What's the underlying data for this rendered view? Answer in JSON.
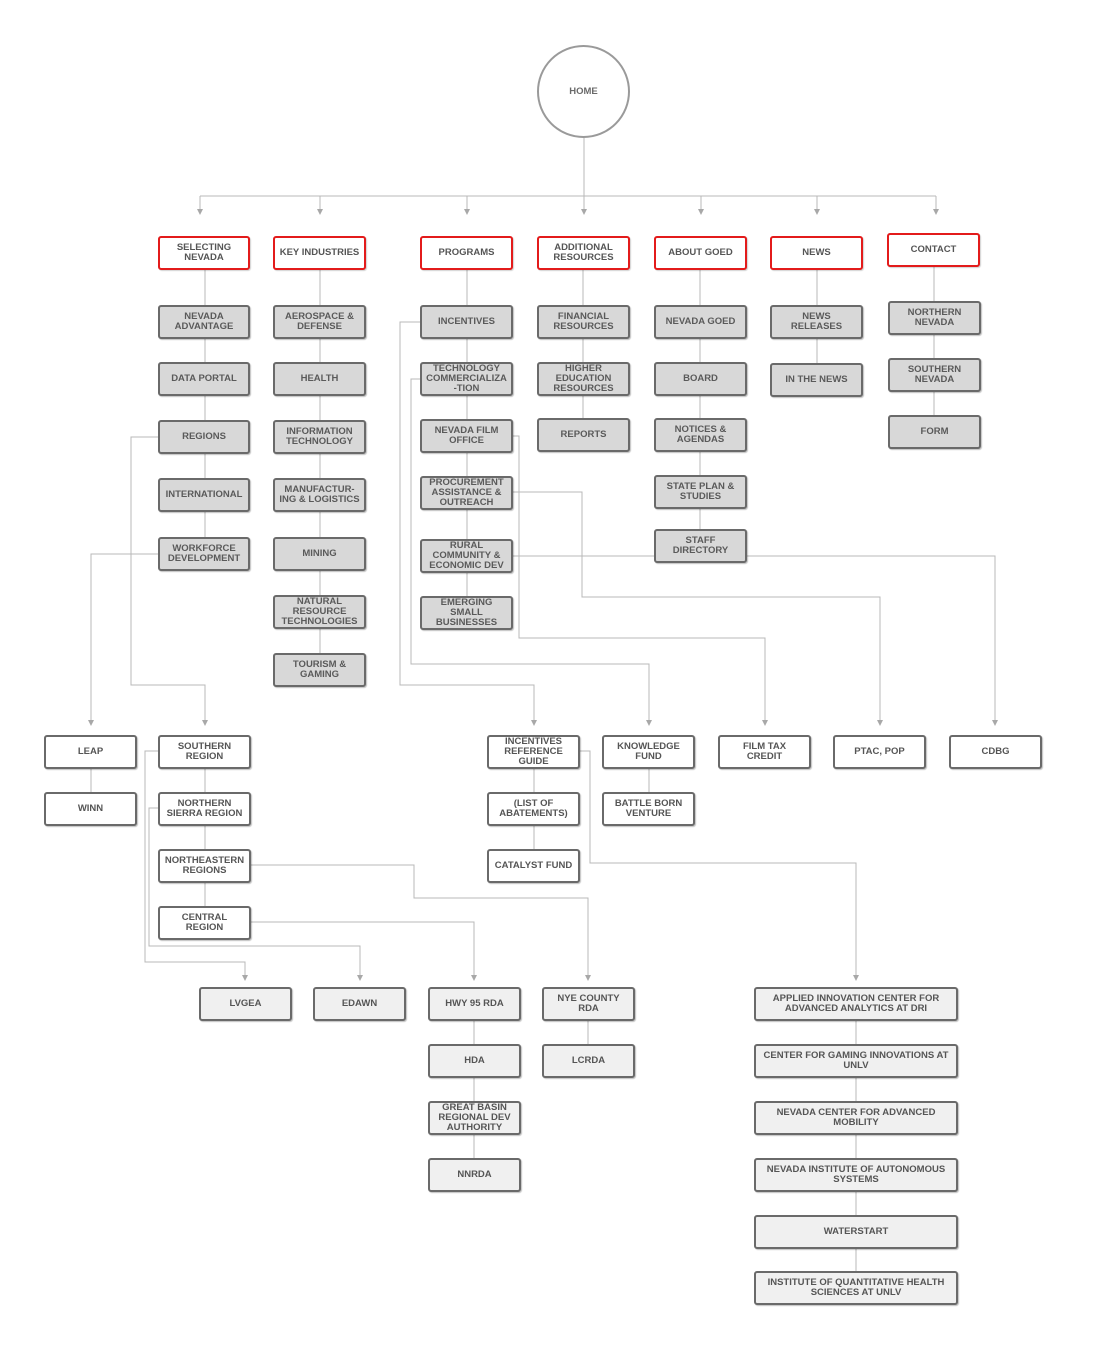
{
  "colors": {
    "accent_border": "#e31b1b",
    "box_border": "#6a6a6a",
    "box_fill": "#d8d8d8",
    "connector": "#b8b8b8"
  },
  "nodes": {
    "home": "HOME",
    "selecting_nevada": "SELECTING NEVADA",
    "key_industries": "KEY INDUSTRIES",
    "programs": "PROGRAMS",
    "additional_resources": "ADDITIONAL RESOURCES",
    "about_goed": "ABOUT GOED",
    "news": "NEWS",
    "contact": "CONTACT",
    "nevada_advantage": "NEVADA ADVANTAGE",
    "data_portal": "DATA PORTAL",
    "regions": "REGIONS",
    "international": "INTERNATIONAL",
    "workforce_development": "WORKFORCE DEVELOPMENT",
    "aerospace_defense": "AEROSPACE & DEFENSE",
    "health": "HEALTH",
    "information_technology": "INFORMATION TECHNOLOGY",
    "manufacturing_logistics": "MANUFACTUR-ING & LOGISTICS",
    "mining": "MINING",
    "natural_resource_technologies": "NATURAL RESOURCE TECHNOLOGIES",
    "tourism_gaming": "TOURISM & GAMING",
    "incentives": "INCENTIVES",
    "technology_commercialization": "TECHNOLOGY COMMERCIALIZA -TION",
    "nevada_film_office": "NEVADA FILM OFFICE",
    "procurement_assistance": "PROCUREMENT ASSISTANCE & OUTREACH",
    "rural_community": "RURAL COMMUNITY & ECONOMIC DEV",
    "emerging_small_businesses": "EMERGING SMALL BUSINESSES",
    "financial_resources": "FINANCIAL RESOURCES",
    "higher_education_resources": "HIGHER EDUCATION RESOURCES",
    "reports": "REPORTS",
    "nevada_goed": "NEVADA GOED",
    "board": "BOARD",
    "notices_agendas": "NOTICES & AGENDAS",
    "state_plan_studies": "STATE PLAN & STUDIES",
    "staff_directory": "STAFF DIRECTORY",
    "news_releases": "NEWS RELEASES",
    "in_the_news": "IN THE NEWS",
    "northern_nevada": "NORTHERN NEVADA",
    "southern_nevada": "SOUTHERN NEVADA",
    "form": "FORM",
    "leap": "LEAP",
    "winn": "WINN",
    "southern_region": "SOUTHERN REGION",
    "northern_sierra_region": "NORTHERN SIERRA REGION",
    "northeastern_regions": "NORTHEASTERN REGIONS",
    "central_region": "CENTRAL REGION",
    "incentives_reference_guide": "INCENTIVES REFERENCE GUIDE",
    "list_of_abatements": "(LIST OF ABATEMENTS)",
    "catalyst_fund": "CATALYST FUND",
    "knowledge_fund": "KNOWLEDGE FUND",
    "battle_born_venture": "BATTLE BORN VENTURE",
    "film_tax_credit": "FILM TAX CREDIT",
    "ptac_pop": "PTAC, POP",
    "cdbg": "CDBG",
    "lvgea": "LVGEA",
    "edawn": "EDAWN",
    "hwy_95_rda": "HWY 95 RDA",
    "hda": "HDA",
    "great_basin": "GREAT BASIN REGIONAL DEV AUTHORITY",
    "nnrda": "NNRDA",
    "nye_county_rda": "NYE COUNTY RDA",
    "lcrda": "LCRDA",
    "applied_innovation_center": "APPLIED INNOVATION CENTER FOR ADVANCED ANALYTICS AT DRI",
    "center_gaming_innovations": "CENTER FOR GAMING INNOVATIONS AT UNLV",
    "nevada_center_advanced_mobility": "NEVADA CENTER FOR ADVANCED MOBILITY",
    "nevada_institute_autonomous": "NEVADA INSTITUTE OF AUTONOMOUS SYSTEMS",
    "waterstart": "WATERSTART",
    "institute_quantitative_health": "INSTITUTE OF QUANTITATIVE HEALTH SCIENCES AT UNLV"
  }
}
